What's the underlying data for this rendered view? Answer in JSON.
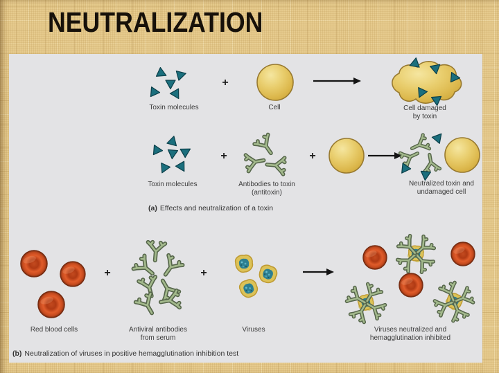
{
  "title": "NEUTRALIZATION",
  "section_a": {
    "row1": {
      "toxin_label": "Toxin molecules",
      "plus": "+",
      "cell_label": "Cell",
      "result_line1": "Cell damaged",
      "result_line2": "by toxin"
    },
    "row2": {
      "toxin_label": "Toxin molecules",
      "plus1": "+",
      "antibodies_line1": "Antibodies to toxin",
      "antibodies_line2": "(antitoxin)",
      "plus2": "+",
      "result_line1": "Neutralized toxin and",
      "result_line2": "undamaged cell"
    },
    "caption_prefix": "(a)",
    "caption_text": "Effects and neutralization of a toxin"
  },
  "section_b": {
    "rbc_label": "Red blood cells",
    "plus1": "+",
    "antibodies_line1": "Antiviral antibodies",
    "antibodies_line2": "from serum",
    "plus2": "+",
    "viruses_label": "Viruses",
    "result_line1": "Viruses neutralized and",
    "result_line2": "hemagglutination inhibited",
    "caption_prefix": "(b)",
    "caption_text": "Neutralization of viruses in positive hemagglutination inhibition test"
  },
  "colors": {
    "background_tan": "#e6cb8e",
    "panel_gray": "#e3e3e5",
    "title_text": "#17110a",
    "label_text": "#3b3b3b",
    "toxin_teal": "#1b6f7d",
    "toxin_outline": "#0b3f49",
    "cell_yellow": "#e3c45c",
    "cell_outline": "#97792f",
    "antibody_green": "#a3b98c",
    "antibody_outline": "#55654a",
    "rbc_red": "#cf4f25",
    "rbc_outline": "#73290f",
    "virus_body": "#dcc257",
    "virus_core_teal": "#2d7f91",
    "arrow_black": "#141414"
  }
}
